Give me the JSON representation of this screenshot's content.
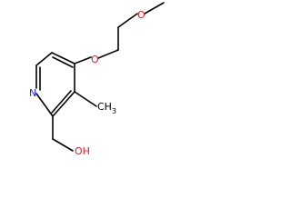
{
  "molecule": {
    "atoms": {
      "ring_n": "N",
      "ether_o1": "O",
      "ether_o2": "O",
      "hydroxyl": "OH",
      "methyl": "CH",
      "methyl_sub": "3"
    }
  }
}
